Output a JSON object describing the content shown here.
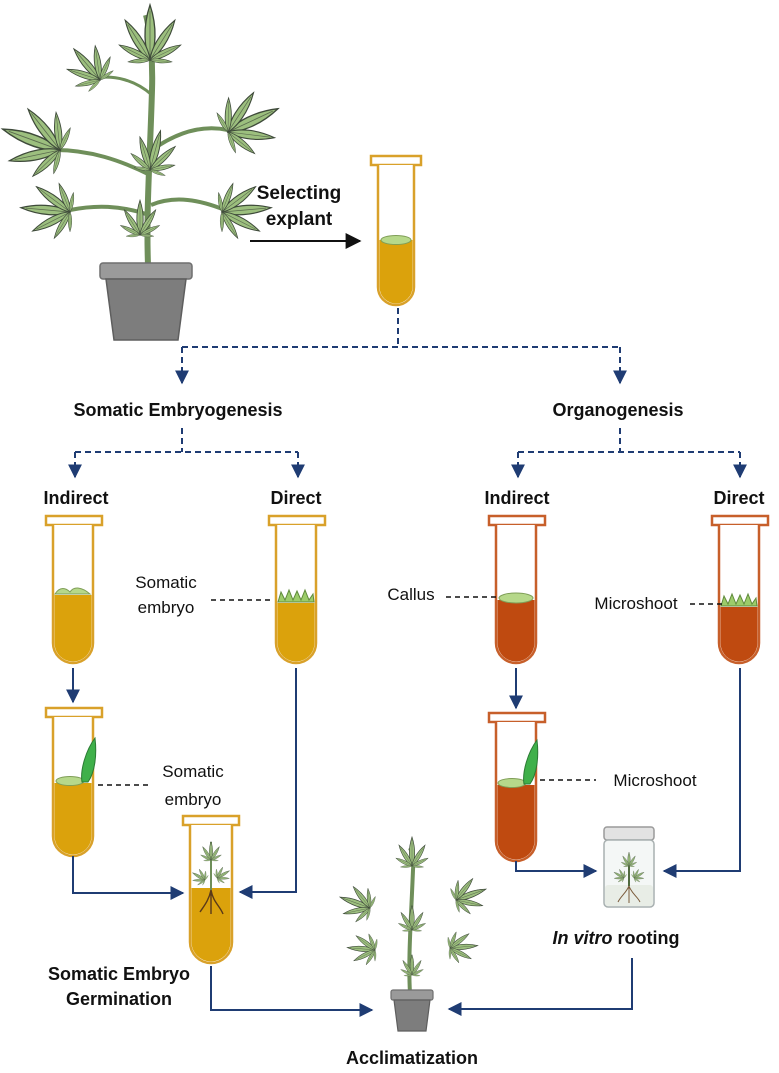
{
  "labels": {
    "selecting_line1": "Selecting",
    "selecting_line2": "explant",
    "somatic_embryogenesis": "Somatic Embryogenesis",
    "organogenesis": "Organogenesis",
    "se_indirect": "Indirect",
    "se_direct": "Direct",
    "org_indirect": "Indirect",
    "org_direct": "Direct",
    "somatic_embryo_a_line1": "Somatic",
    "somatic_embryo_a_line2": "embryo",
    "somatic_embryo_b_line1": "Somatic",
    "somatic_embryo_b_line2": "embryo",
    "callus": "Callus",
    "microshoot_a": "Microshoot",
    "microshoot_b": "Microshoot",
    "in_vitro_italic": "In vitro",
    "rooting": " rooting",
    "germination_line1": "Somatic Embryo",
    "germination_line2": "Germination",
    "acclimatization": "Acclimatization"
  },
  "colors": {
    "yellow_medium": "#dba20c",
    "orange_medium": "#bf4a10",
    "yellow_tube_outline": "#d9a12a",
    "orange_tube_outline": "#c75f2a",
    "arrow_blue": "#1f3c73",
    "leaf_green": "#9cbf7e",
    "leaf_outline": "#3e4a3a",
    "pot_gray": "#8a8a8a",
    "callus_green": "#b6d88a",
    "shoot_green": "#3fb04a"
  }
}
